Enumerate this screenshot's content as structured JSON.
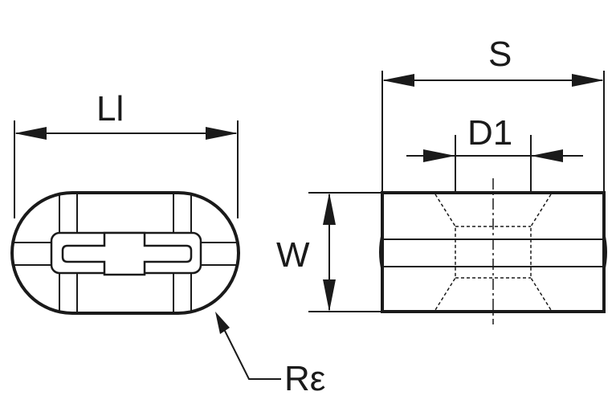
{
  "labels": {
    "length": "Ll",
    "slot_width": "S",
    "inner_diameter": "D1",
    "width": "W",
    "radius": "Rε"
  }
}
